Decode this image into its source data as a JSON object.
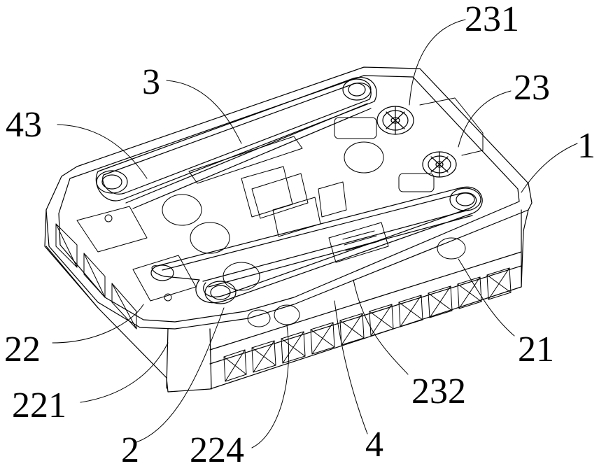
{
  "colors": {
    "line": "#000000",
    "background": "#ffffff"
  },
  "labels": {
    "l231": "231",
    "l3": "3",
    "l23": "23",
    "l43": "43",
    "l1": "1",
    "l22": "22",
    "l21": "21",
    "l221": "221",
    "l232": "232",
    "l2": "2",
    "l224": "224",
    "l4": "4"
  }
}
